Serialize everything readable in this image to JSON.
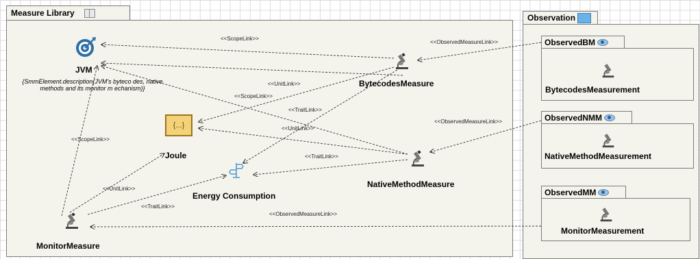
{
  "packages": {
    "measure_library": {
      "title": "Measure Library",
      "icon": "book-icon"
    },
    "observation": {
      "title": "Observation",
      "icon": "monitor-icon"
    }
  },
  "elements": {
    "jvm": {
      "label": "JVM",
      "icon": "target-icon",
      "description": "{SmmElement.description(JVM's byteco des, native methods and its monitor m echanism)}"
    },
    "joule": {
      "label": "Joule",
      "icon": "braces-unit-icon",
      "glyph": "{...}"
    },
    "energy": {
      "label": "Energy Consumption",
      "icon": "signpost-icon"
    },
    "bytecodes_measure": {
      "label": "BytecodesMeasure",
      "icon": "microscope-icon"
    },
    "native_measure": {
      "label": "NativeMethodMeasure",
      "icon": "microscope-icon"
    },
    "monitor_measure": {
      "label": "MonitorMeasure",
      "icon": "microscope-icon"
    }
  },
  "instances": [
    {
      "tab": "ObservedBM",
      "label": "BytecodesMeasurement",
      "icon": "eye-icon"
    },
    {
      "tab": "ObservedNMM",
      "label": "NativeMethodMeasurement",
      "icon": "eye-icon"
    },
    {
      "tab": "ObservedMM",
      "label": "MonitorMeasurement",
      "icon": "eye-icon"
    }
  ],
  "connector_labels": {
    "scope_top": "<<ScopeLink>>",
    "observed_bm": "<<ObservedMeasureLink>>",
    "unit_bm": "<<UnitLink>>",
    "scope_bm": "<<ScopeLink>>",
    "trait_bm": "<<TraitLink>>",
    "unit_nmm": "<<UnitLink>>",
    "observed_nmm": "<<ObservedMeasureLink>>",
    "trait_nmm": "<<TraitLink>>",
    "scope_mm": "<<ScopeLink>>",
    "unit_mm": "<<UnitLink>>",
    "trait_mm": "<<TraitLink>>",
    "observed_mm": "<<ObservedMeasureLink>>"
  },
  "colors": {
    "package_fill": "#f5f4ec",
    "grid": "#dcdcdc",
    "jvm_icon": "#2f6fa6",
    "joule_fill": "#f3d27a",
    "energy_icon": "#4a9bd6"
  }
}
